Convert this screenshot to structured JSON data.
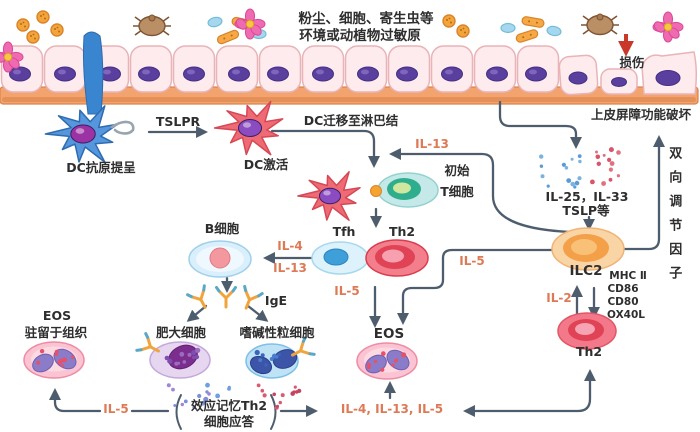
{
  "top": {
    "line1": "粉尘、细胞、寄生虫等",
    "line2": "环境或动植物过敏原"
  },
  "epithelium": {
    "damage": "损伤",
    "barrier": "上皮屏障功能破坏"
  },
  "dc": {
    "presentation": "DC抗原提呈",
    "tslpr": "TSLPR",
    "activation": "DC激活",
    "migration": "DC迁移至淋巴结"
  },
  "t_cells": {
    "naive1": "初始",
    "naive2": "T细胞",
    "tfh": "Tfh",
    "th2": "Th2",
    "th2_right": "Th2"
  },
  "cytokines": {
    "il13_top": "IL-13",
    "il25_il33": "IL-25，IL-33",
    "tslp": "TSLP等",
    "il2": "IL-2",
    "il5_mid": "IL-5",
    "il5_ilc2": "IL-5",
    "il4": "IL-4",
    "il13_b": "IL-13",
    "il5_bottom": "IL-5",
    "il4_il13_il5": "IL-4, IL-13, IL-5"
  },
  "ilc2": {
    "label": "ILC2",
    "mhc": "MHC Ⅱ",
    "cd86": "CD86",
    "cd80": "CD80",
    "ox40l": "OX40L",
    "bidirectional": "双向调节因子"
  },
  "b_cell": "B细胞",
  "ige": "IgE",
  "mast": "肥大细胞",
  "baso": "嗜碱性粒细胞",
  "eos": {
    "center": "EOS",
    "tissue1": "EOS",
    "tissue2": "驻留于组织"
  },
  "memory": {
    "line1": "效应记忆Th2",
    "line2": "细胞应答"
  },
  "colors": {
    "arrow": "#4e5d6e",
    "cytokine_text": "#dd7a55",
    "damage_red": "#c9392a",
    "epithelium_fill": "#fdebed",
    "basement": "#f2a36e",
    "nucleus_purple": "#5b3f9e"
  }
}
